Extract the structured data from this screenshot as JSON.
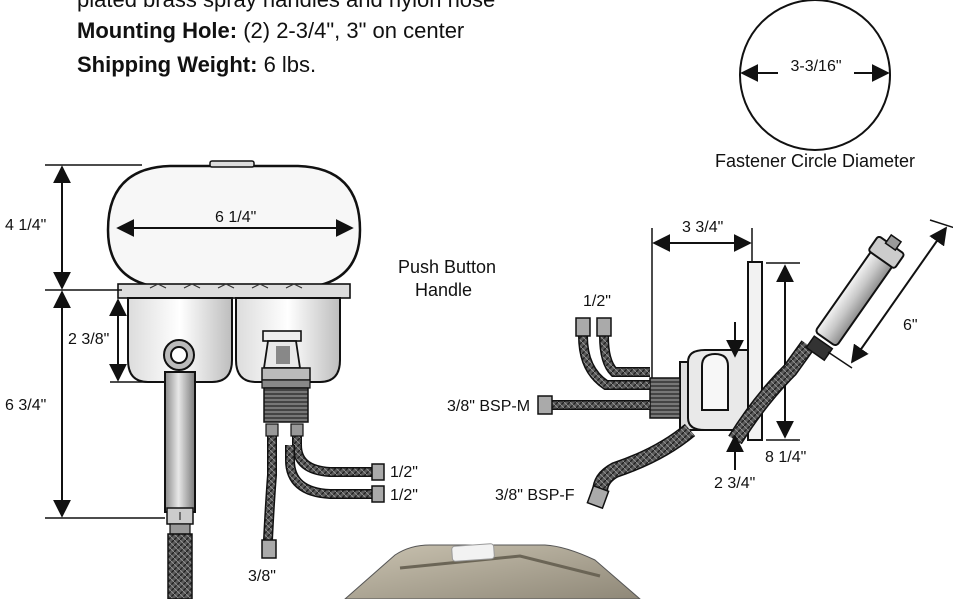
{
  "specs": {
    "line0": "plated brass spray handles and nylon hose",
    "line1_label": "Mounting Hole:",
    "line1_value": " (2) 2-3/4\", 3\" on center",
    "line2_label": "Shipping Weight:",
    "line2_value": " 6 lbs."
  },
  "fastener": {
    "diameter": "3-3/16\"",
    "caption": "Fastener Circle Diameter"
  },
  "left_view": {
    "height_top": "4 1/4\"",
    "width": "6 1/4\"",
    "height_bottom": "6 3/4\"",
    "cup_depth": "2 3/8\"",
    "push_button_label_1": "Push Button",
    "push_button_label_2": "Handle",
    "hose_1": "1/2\"",
    "hose_2": "1/2\"",
    "hose_3": "3/8\""
  },
  "right_view": {
    "depth": "3 3/4\"",
    "inlet_top": "1/2\"",
    "bsp_m": "3/8\" BSP-M",
    "bsp_f": "3/8\" BSP-F",
    "plate_height": "8 1/4\"",
    "hole": "2 3/4\"",
    "handle_length": "6\""
  }
}
